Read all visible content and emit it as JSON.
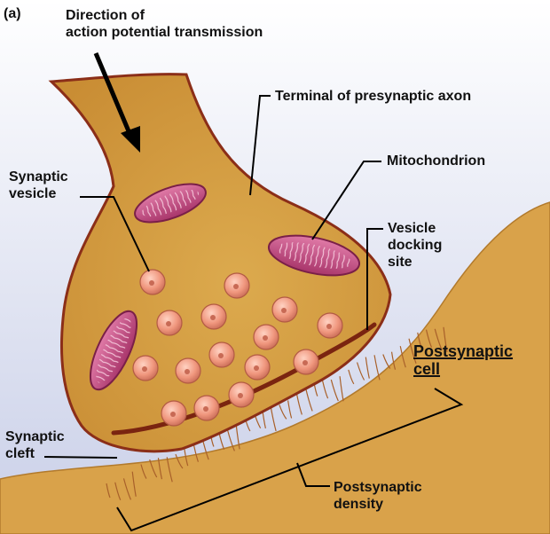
{
  "panel_label": "(a)",
  "labels": {
    "direction": "Direction of\naction potential transmission",
    "terminal": "Terminal of presynaptic axon",
    "mitochondrion": "Mitochondrion",
    "synaptic_vesicle": "Synaptic\nvesicle",
    "vesicle_docking_site": "Vesicle\ndocking\nsite",
    "postsynaptic_cell": "Postsynaptic\ncell",
    "synaptic_cleft": "Synaptic\ncleft",
    "postsynaptic_density": "Postsynaptic\ndensity"
  },
  "colors": {
    "background_top": "#ffffff",
    "background_bottom": "#c9cfe8",
    "cleft": "#d8dcef",
    "terminal_fill": "#d19a3c",
    "terminal_edge": "#8b2e18",
    "postsynaptic_fill": "#d9a24a",
    "mitochondrion": "#c94b83",
    "vesicle": "#ef9a80",
    "leader_line": "#000000"
  }
}
